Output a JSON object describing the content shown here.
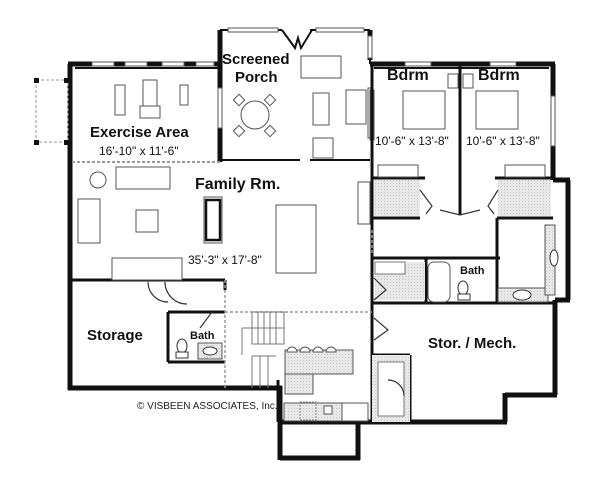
{
  "plan": {
    "rooms": [
      {
        "name": "Screened Porch",
        "line1": "Screened",
        "line2": "Porch"
      },
      {
        "name": "Exercise Area",
        "label": "Exercise Area",
        "dimensions": "16'-10\" x 11'-6\""
      },
      {
        "name": "Family Rm.",
        "label": "Family Rm.",
        "dimensions": "35'-3\" x 17'-8\""
      },
      {
        "name": "Bdrm left",
        "label": "Bdrm",
        "dimensions": "10'-6\" x 13'-8\""
      },
      {
        "name": "Bdrm right",
        "label": "Bdrm",
        "dimensions": "10'-6\" x 13'-8\""
      },
      {
        "name": "Bath upper",
        "label": "Bath"
      },
      {
        "name": "Storage",
        "label": "Storage"
      },
      {
        "name": "Bath lower",
        "label": "Bath"
      },
      {
        "name": "Stor. / Mech.",
        "label": "Stor. / Mech."
      }
    ],
    "copyright": "© VISBEEN ASSOCIATES, Inc.",
    "colors": {
      "wall": "#111111",
      "fixture": "#888888",
      "tile": "#e4e4e4"
    }
  }
}
